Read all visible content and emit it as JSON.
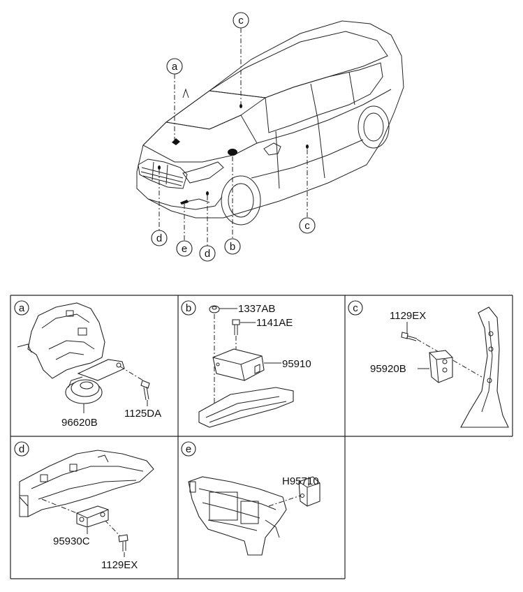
{
  "car": {
    "callouts": [
      "a",
      "c",
      "d",
      "e",
      "d",
      "b",
      "c"
    ]
  },
  "panels": {
    "a": {
      "letter": "a",
      "parts": [
        "1125DA",
        "96620B"
      ]
    },
    "b": {
      "letter": "b",
      "parts": [
        "1337AB",
        "1141AE",
        "95910"
      ]
    },
    "c": {
      "letter": "c",
      "parts": [
        "1129EX",
        "95920B"
      ]
    },
    "d": {
      "letter": "d",
      "parts": [
        "95930C",
        "1129EX"
      ]
    },
    "e": {
      "letter": "e",
      "parts": [
        "H95710"
      ]
    }
  }
}
